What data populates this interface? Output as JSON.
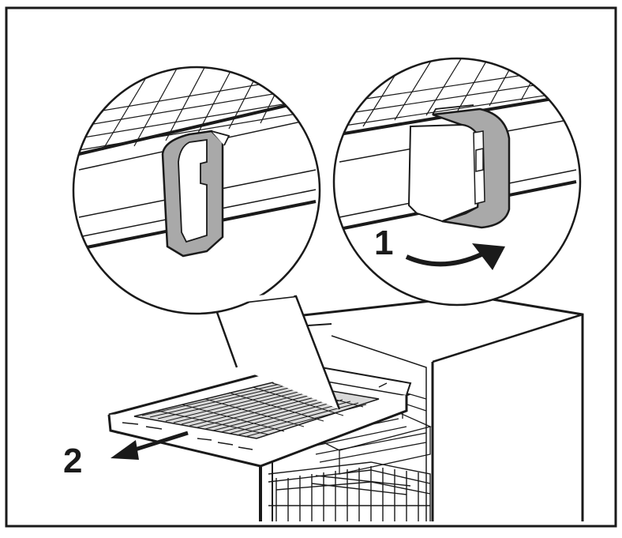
{
  "figure": {
    "steps": [
      {
        "number": "1",
        "action": "rotate-clip"
      },
      {
        "number": "2",
        "action": "pull-out-tray"
      }
    ]
  },
  "colors": {
    "line": "#1a1a1a",
    "clip_fill": "#a9a9a9",
    "background": "#ffffff"
  }
}
